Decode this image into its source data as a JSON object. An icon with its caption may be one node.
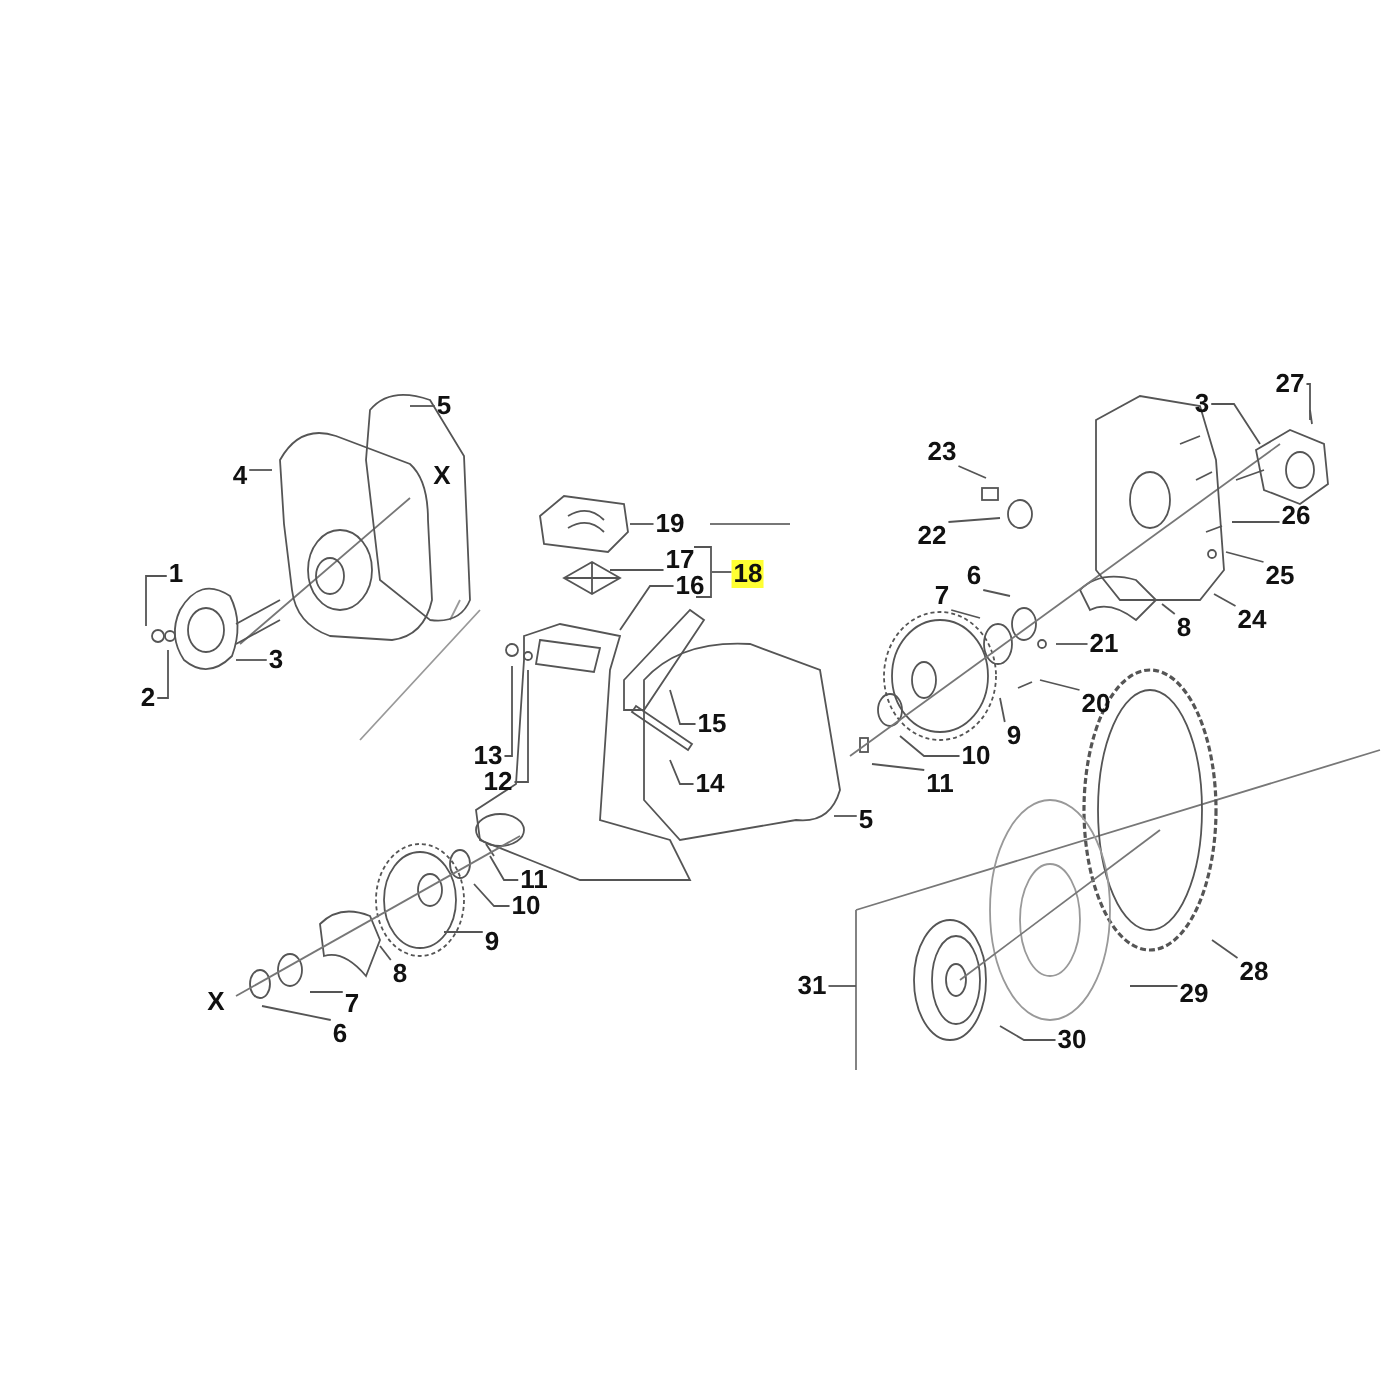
{
  "diagram": {
    "nodes": [
      {
        "text": [
          "1"
        ]
      },
      {
        "text": [
          "2"
        ]
      },
      {
        "text": [
          "3"
        ]
      },
      {
        "text": [
          "4"
        ]
      },
      {
        "text": [
          "5"
        ]
      },
      {
        "text": [
          "19"
        ]
      },
      {
        "text": [
          "17"
        ]
      },
      {
        "text": [
          "16"
        ]
      },
      {
        "text": [
          "18"
        ]
      },
      {
        "text": [
          "13"
        ]
      },
      {
        "text": [
          "12"
        ]
      },
      {
        "text": [
          "15"
        ]
      },
      {
        "text": [
          "14"
        ]
      },
      {
        "text": [
          "11"
        ]
      },
      {
        "text": [
          "10"
        ]
      },
      {
        "text": [
          "9"
        ]
      },
      {
        "text": [
          "5"
        ]
      },
      {
        "text": [
          "23"
        ]
      },
      {
        "text": [
          "22"
        ]
      },
      {
        "text": [
          "6"
        ]
      },
      {
        "text": [
          "7"
        ]
      },
      {
        "text": [
          "8"
        ]
      },
      {
        "text": [
          "21"
        ]
      },
      {
        "text": [
          "20"
        ]
      },
      {
        "text": [
          "3"
        ]
      },
      {
        "text": [
          "27"
        ]
      },
      {
        "text": [
          "26"
        ]
      },
      {
        "text": [
          "25"
        ]
      },
      {
        "text": [
          "24"
        ]
      },
      {
        "text": [
          "11"
        ]
      },
      {
        "text": [
          "10"
        ]
      },
      {
        "text": [
          "9"
        ]
      },
      {
        "text": [
          "8"
        ]
      },
      {
        "text": [
          "7"
        ]
      },
      {
        "text": [
          "6"
        ]
      },
      {
        "text": [
          "28"
        ]
      },
      {
        "text": [
          "29"
        ]
      },
      {
        "text": [
          "30"
        ]
      },
      {
        "text": [
          "31"
        ]
      },
      {
        "text": [],
        "shape": "bracket"
      }
    ],
    "edges": [
      {
        "from": 0,
        "to": null,
        "arrow": "none"
      },
      {
        "from": 1,
        "to": null,
        "arrow": "none"
      },
      {
        "from": 2,
        "to": null,
        "arrow": "none"
      },
      {
        "from": 3,
        "to": null,
        "arrow": "none"
      },
      {
        "from": 4,
        "to": null,
        "arrow": "none"
      },
      {
        "from": 5,
        "to": null,
        "arrow": "none"
      },
      {
        "from": 6,
        "to": null,
        "arrow": "none"
      },
      {
        "from": 7,
        "to": null,
        "arrow": "none"
      },
      {
        "from": 8,
        "to": 39,
        "arrow": "none"
      },
      {
        "from": 9,
        "to": null,
        "arrow": "none"
      },
      {
        "from": 10,
        "to": null,
        "arrow": "none"
      },
      {
        "from": 11,
        "to": null,
        "arrow": "none"
      },
      {
        "from": 12,
        "to": null,
        "arrow": "none"
      },
      {
        "from": 13,
        "to": null,
        "arrow": "none"
      },
      {
        "from": 14,
        "to": null,
        "arrow": "none"
      },
      {
        "from": 15,
        "to": null,
        "arrow": "none"
      },
      {
        "from": 16,
        "to": null,
        "arrow": "none"
      },
      {
        "from": 17,
        "to": null,
        "arrow": "none"
      },
      {
        "from": 18,
        "to": null,
        "arrow": "none"
      },
      {
        "from": 19,
        "to": null,
        "arrow": "none"
      },
      {
        "from": 20,
        "to": null,
        "arrow": "none"
      },
      {
        "from": 21,
        "to": null,
        "arrow": "none"
      },
      {
        "from": 22,
        "to": null,
        "arrow": "none"
      },
      {
        "from": 23,
        "to": null,
        "arrow": "none"
      },
      {
        "from": 24,
        "to": null,
        "arrow": "none"
      },
      {
        "from": 25,
        "to": null,
        "arrow": "none"
      },
      {
        "from": 26,
        "to": null,
        "arrow": "none"
      },
      {
        "from": 27,
        "to": null,
        "arrow": "none"
      },
      {
        "from": 28,
        "to": null,
        "arrow": "none"
      },
      {
        "from": 29,
        "to": null,
        "arrow": "none"
      },
      {
        "from": 30,
        "to": null,
        "arrow": "none"
      },
      {
        "from": 31,
        "to": null,
        "arrow": "none"
      },
      {
        "from": 32,
        "to": null,
        "arrow": "none"
      },
      {
        "from": 33,
        "to": null,
        "arrow": "none"
      },
      {
        "from": 34,
        "to": null,
        "arrow": "none"
      },
      {
        "from": 35,
        "to": null,
        "arrow": "none"
      },
      {
        "from": 36,
        "to": null,
        "arrow": "none"
      },
      {
        "from": 37,
        "to": null,
        "arrow": "none"
      },
      {
        "from": 38,
        "to": null,
        "arrow": "none"
      }
    ],
    "labels": [
      "X",
      "X"
    ]
  }
}
